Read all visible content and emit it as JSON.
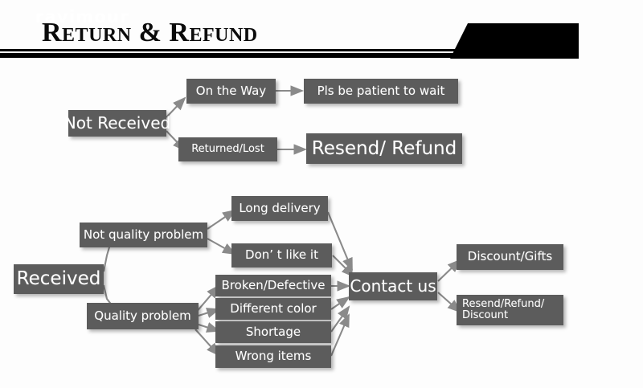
{
  "header": {
    "title": "Return & Refund",
    "logo_text": "ravimour",
    "logo_bg": "#000000",
    "rule_color": "#000000"
  },
  "theme": {
    "page_bg": "#fdfdfd",
    "node_bg": "#5c5c5c",
    "node_text": "#ffffff",
    "connector": "#8a8a8a"
  },
  "flow": {
    "not_received": {
      "root": "Not Received",
      "branches": [
        {
          "cause": "On the Way",
          "outcome": "Pls be patient to wait"
        },
        {
          "cause": "Returned/Lost",
          "outcome": "Resend/ Refund"
        }
      ]
    },
    "received": {
      "root": "Received",
      "categories": [
        {
          "label": "Not quality problem",
          "reasons": [
            "Long delivery",
            "Don’  t like it"
          ]
        },
        {
          "label": "Quality problem",
          "reasons": [
            "Broken/Defective",
            "Different color",
            "Shortage",
            "Wrong items"
          ]
        }
      ],
      "hub": "Contact us",
      "outcomes": [
        "Discount/Gifts",
        "Resend/Refund/\nDiscount"
      ]
    }
  }
}
